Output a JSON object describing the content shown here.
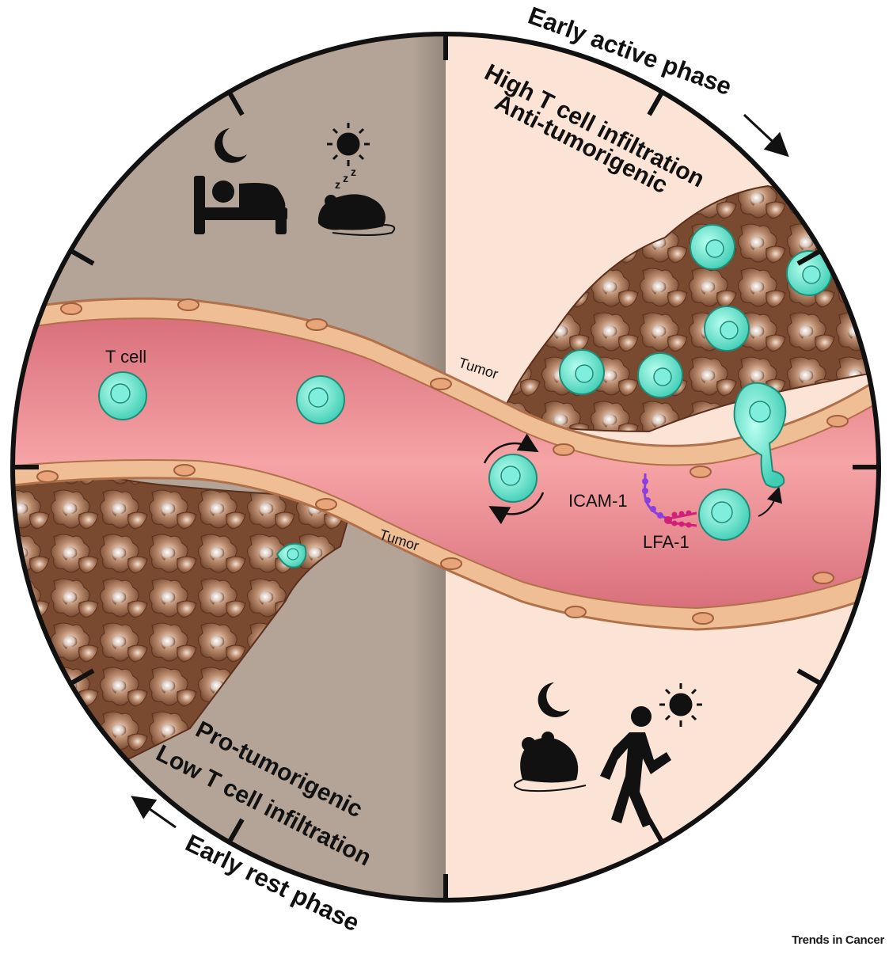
{
  "phases": {
    "active_arc_label": "Early active phase",
    "rest_arc_label": "Early rest phase",
    "active_line1": "High T cell infiltration",
    "active_line2": "Anti-tumorigenic",
    "rest_line1": "Pro-tumorigenic",
    "rest_line2": "Low T cell infiltration"
  },
  "labels": {
    "t_cell": "T cell",
    "tumor_top": "Tumor",
    "tumor_bottom": "Tumor",
    "icam": "ICAM-1",
    "lfa": "LFA-1",
    "zzz": "z",
    "zzz2": "z",
    "zzz3": "z"
  },
  "footer": "Trends in Cancer",
  "colors": {
    "rest_panel": "#b4a497",
    "active_panel": "#fbe3d5",
    "vessel_wall": "#f0be95",
    "blood": "#e8808a",
    "t_cell": "#5fe0c8",
    "tumor_cell": "#8a5a3e",
    "icam": "#8a3fe0",
    "lfa": "#d0207a"
  },
  "icons": [
    "moon-icon",
    "sun-icon",
    "person-in-bed-icon",
    "sleeping-mouse-icon",
    "active-mouse-icon",
    "walking-person-icon"
  ]
}
